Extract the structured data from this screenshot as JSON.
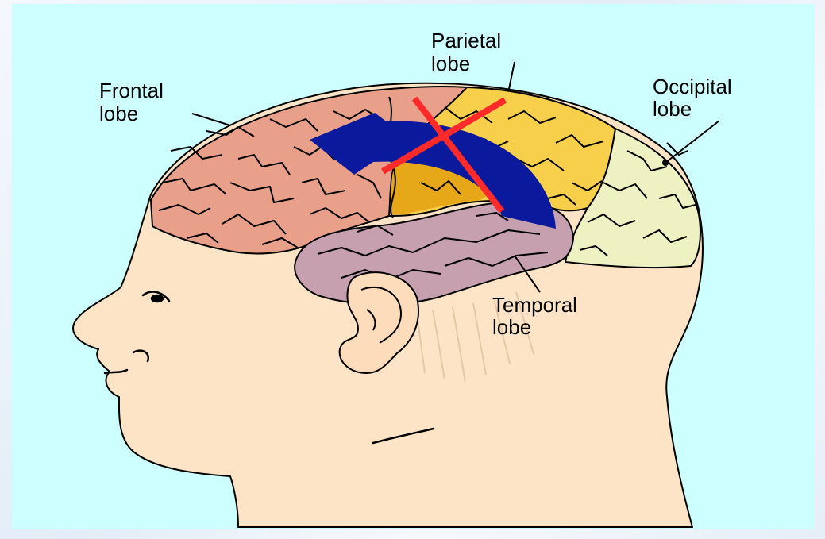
{
  "labels": {
    "frontal": {
      "line1": "Frontal",
      "line2": "lobe"
    },
    "parietal": {
      "line1": "Parietal",
      "line2": "lobe"
    },
    "occipital": {
      "line1": "Occipital",
      "line2": "lobe"
    },
    "temporal": {
      "line1": "Temporal",
      "line2": "lobe"
    }
  },
  "colors": {
    "panel": "#ccfffd",
    "head": "#fde4c6",
    "ear": "#fddcbc",
    "frontal_lobe": "#e8a08a",
    "parietal_lobe": "#f7cf4a",
    "parietal_lobe_lower": "#e6a818",
    "occipital_lobe": "#eef1c2",
    "temporal_lobe": "#c6a0ae",
    "arrow": "#0b1a9c",
    "cross": "#ff2a2a"
  },
  "icons": {
    "arrow": "curved-arrow-icon",
    "cross": "cross-mark-icon"
  }
}
